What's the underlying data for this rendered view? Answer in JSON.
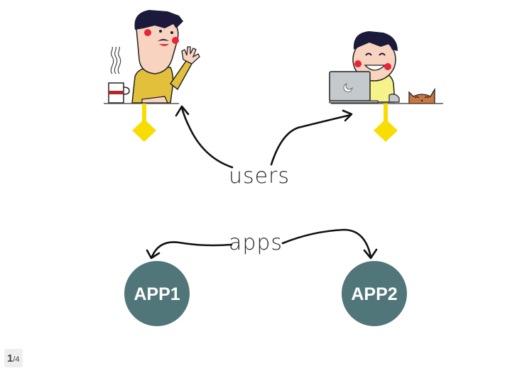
{
  "labels": {
    "users": "users",
    "apps": "apps"
  },
  "apps": [
    {
      "label": "APP1"
    },
    {
      "label": "APP2"
    }
  ],
  "pagination": {
    "current": "1",
    "separator": "/",
    "total": "4"
  },
  "colors": {
    "app_node": "#517679",
    "pin": "#f7dd04",
    "arrow": "#111111",
    "shirt_left": "#e3c03c",
    "shirt_right": "#f5f28a",
    "cheek": "#e8233a",
    "hair": "#1c1a3a",
    "laptop": "#c3c9cc",
    "cat": "#c9763f"
  },
  "icons": {
    "left_person": "waving-man-with-coffee-illustration",
    "right_person": "man-with-laptop-and-cat-illustration",
    "pin": "diamond-pin-icon"
  }
}
